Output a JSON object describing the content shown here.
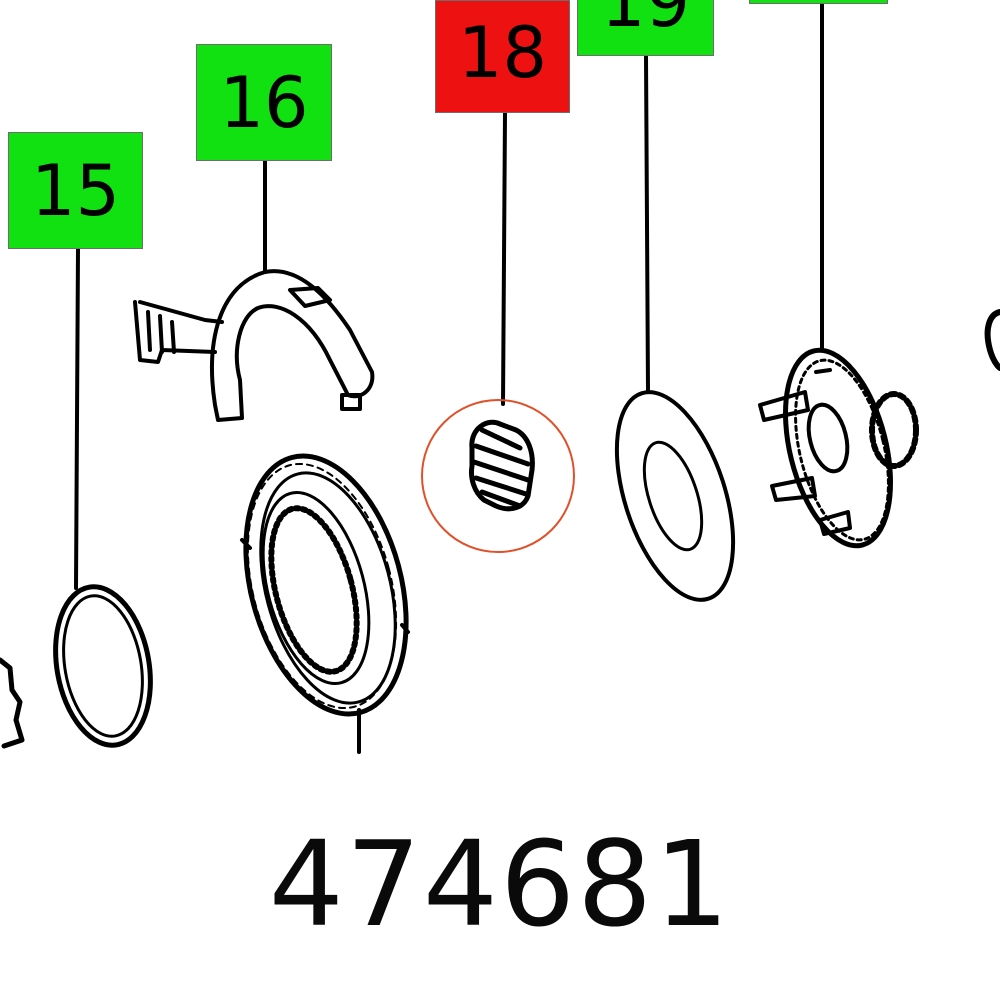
{
  "callouts": [
    {
      "id": "15",
      "label": "15",
      "status": "available"
    },
    {
      "id": "16",
      "label": "16",
      "status": "available"
    },
    {
      "id": "18",
      "label": "18",
      "status": "selected"
    },
    {
      "id": "19",
      "label": "19",
      "status": "available"
    },
    {
      "id": "20",
      "label": "",
      "status": "available"
    }
  ],
  "colors": {
    "available": "#11e011",
    "selected": "#ee1111",
    "highlight_ring": "#e0502a",
    "line": "#000000"
  },
  "part_number": "474681"
}
